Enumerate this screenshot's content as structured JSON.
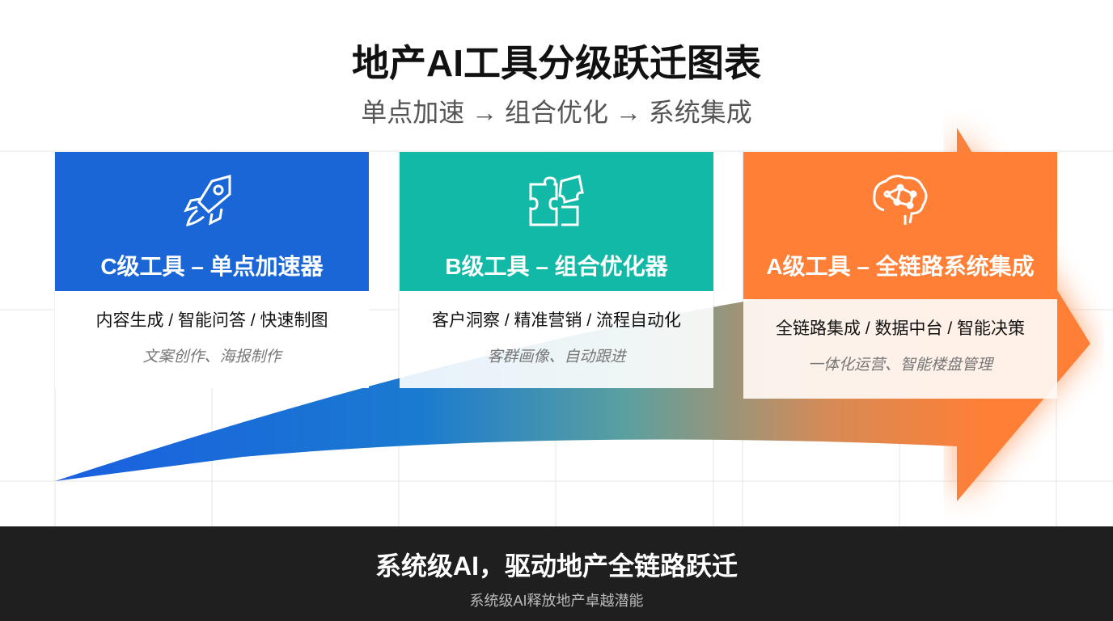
{
  "title": "地产AI工具分级跃迁图表",
  "subtitle": "单点加速 → 组合优化 → 系统集成",
  "colors": {
    "c": "#1a66d6",
    "b": "#11b9a6",
    "a": "#ff7f36"
  },
  "cards": [
    {
      "name": "C级工具 – 单点加速器",
      "main": "内容生成 / 智能问答 / 快速制图",
      "sub": "文案创作、海报制作",
      "icon": "rocket-icon"
    },
    {
      "name": "B级工具 – 组合优化器",
      "main": "客户洞察 / 精准营销 / 流程自动化",
      "sub": "客群画像、自动跟进",
      "icon": "puzzle-icon"
    },
    {
      "name": "A级工具 – 全链路系统集成",
      "main": "全链路集成 / 数据中台 / 智能决策",
      "sub": "一体化运营、智能楼盘管理",
      "icon": "brain-icon"
    }
  ],
  "footer": {
    "headline": "系统级AI，驱动地产全链路跃迁",
    "tagline": "系统级AI释放地产卓越潜能"
  }
}
